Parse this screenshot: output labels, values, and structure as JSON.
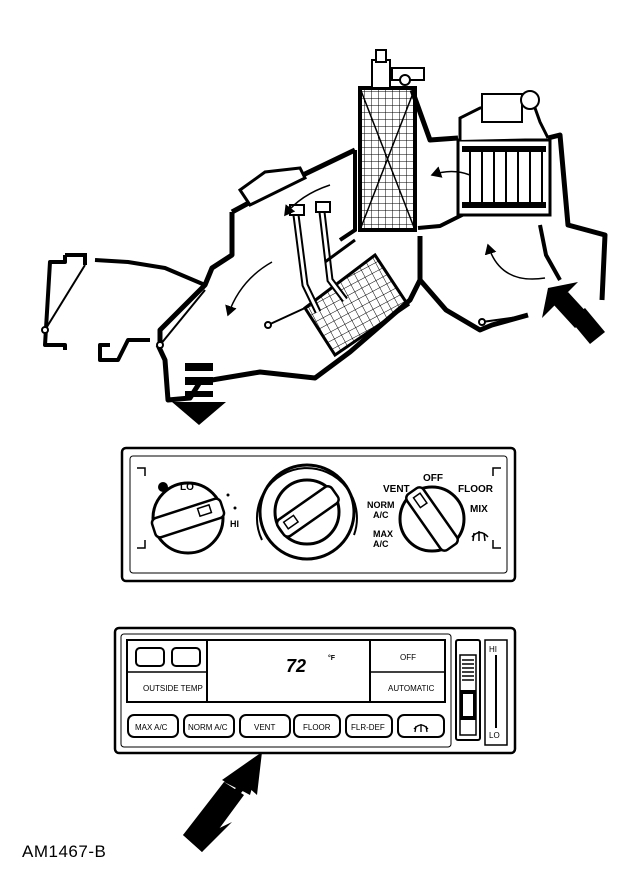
{
  "figure_id": "AM1467-B",
  "manual_panel": {
    "fan_dial": {
      "lo": "LO",
      "hi": "HI"
    },
    "mode_dial": {
      "vent": "VENT",
      "off": "OFF",
      "floor": "FLOOR",
      "mix": "MIX",
      "norm_ac_1": "NORM",
      "norm_ac_2": "A/C",
      "max_ac_1": "MAX",
      "max_ac_2": "A/C"
    }
  },
  "auto_panel": {
    "display": {
      "temp": "72",
      "unit": "°F"
    },
    "buttons": {
      "outside_temp": "OUTSIDE TEMP",
      "off": "OFF",
      "automatic": "AUTOMATIC",
      "max_ac": "MAX A/C",
      "norm_ac": "NORM A/C",
      "vent": "VENT",
      "floor": "FLOOR",
      "flr_def": "FLR-DEF"
    },
    "fan_slider": {
      "hi": "HI",
      "lo": "LO"
    }
  }
}
